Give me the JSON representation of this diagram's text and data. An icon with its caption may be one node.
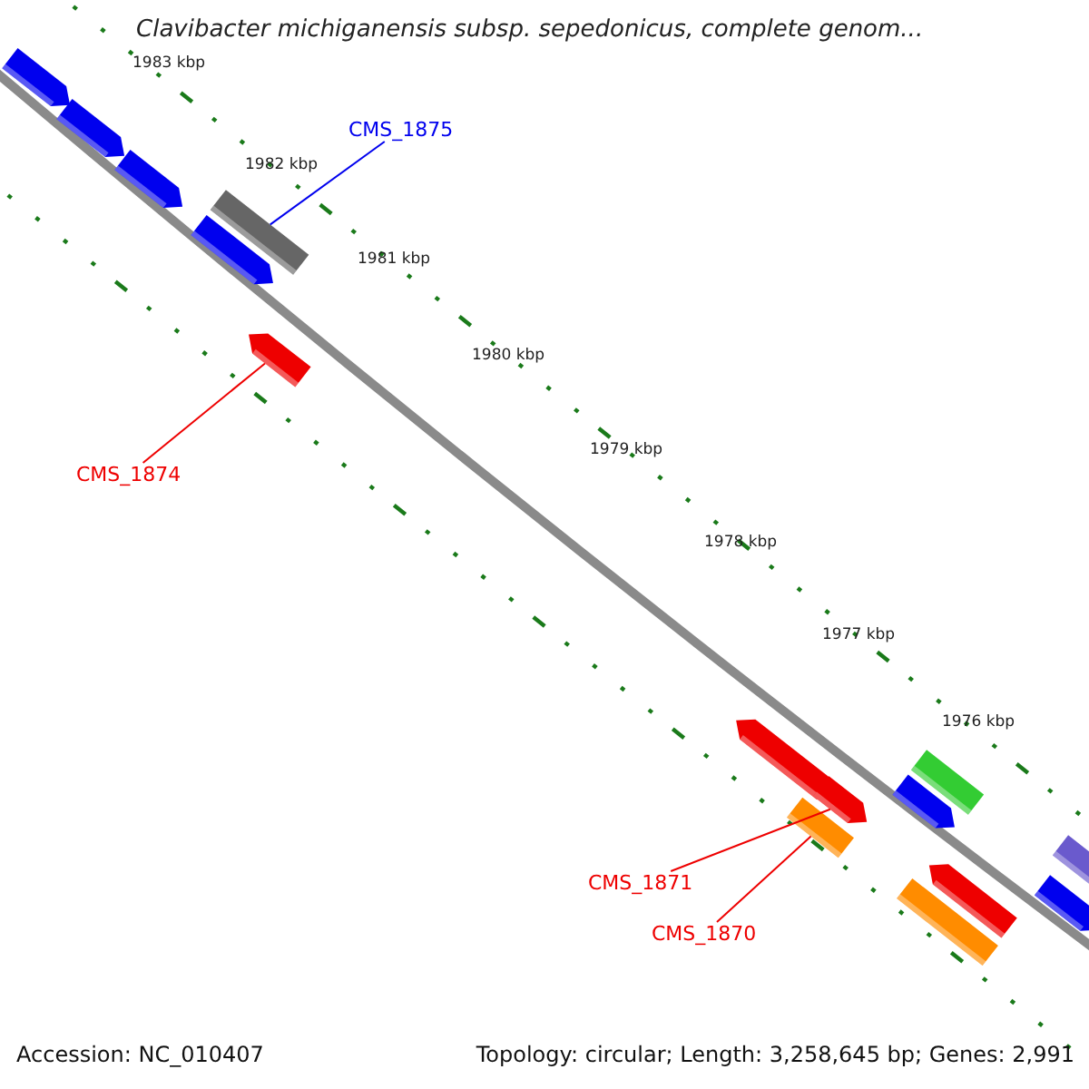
{
  "diagram": {
    "title": "Clavibacter michiganensis subsp. sepedonicus, complete genom...",
    "nodes": [
      {
        "text": [
          "CMS_1875"
        ]
      },
      {
        "text": [],
        "shape": "box"
      },
      {
        "text": [
          "CMS_1874"
        ]
      },
      {
        "text": [],
        "shape": "arrow"
      },
      {
        "text": [
          "CMS_1871"
        ]
      },
      {
        "text": [],
        "shape": "arrow"
      },
      {
        "text": [
          "CMS_1870"
        ]
      },
      {
        "text": [],
        "shape": "box"
      }
    ],
    "edges": [
      {
        "from": 0,
        "to": 1,
        "arrow": "none",
        "color": "#0000ee"
      },
      {
        "from": 2,
        "to": 3,
        "arrow": "none"
      },
      {
        "from": 4,
        "to": 5,
        "arrow": "none"
      },
      {
        "from": 6,
        "to": 7,
        "arrow": "none"
      }
    ],
    "labels": [
      "1983 kbp",
      "1982 kbp",
      "1981 kbp",
      "1980 kbp",
      "1979 kbp",
      "1978 kbp",
      "1977 kbp",
      "1976 kbp",
      "Accession: NC_010407",
      "Topology: circular; Length: 3,258,645 bp; Genes: 2,991"
    ]
  }
}
